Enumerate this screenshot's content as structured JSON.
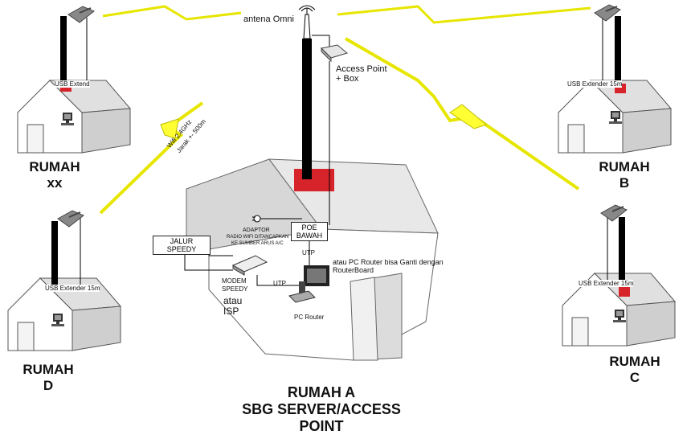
{
  "labels": {
    "omni": "antena Omni",
    "access_point": "Access Point",
    "access_point_box": "+ Box",
    "usb_xx": "USB Extend",
    "usb_b": "USB Extender 15m",
    "usb_d": "USB Extender 15m",
    "usb_c": "USB Extender 15m",
    "wifi": "Wifi 2.4GHz",
    "wifi_range": "Jarak +- 500m",
    "adaptor": "ADAPTOR",
    "adaptor_note_1": "RADIO WIFI DITANCAPKAN",
    "adaptor_note_2": "KE SUMBER ARUS A/C",
    "poe_1": "POE",
    "poe_2": "BAWAH",
    "utp_1": "UTP",
    "utp_2": "UTP",
    "jalur": "JALUR SPEEDY",
    "modem_1": "MODEM",
    "modem_2": "SPEEDY",
    "atau": "atau",
    "isp": "ISP",
    "pc_router": "PC Router",
    "router_note_1": "atau PC Router bisa Ganti dengan",
    "router_note_2": "RouterBoard"
  },
  "houses": {
    "xx_1": "RUMAH",
    "xx_2": "xx",
    "b_1": "RUMAH",
    "b_2": "B",
    "c_1": "RUMAH",
    "c_2": "C",
    "d_1": "RUMAH",
    "d_2": "D",
    "a_1": "RUMAH A",
    "a_2": "SBG SERVER/ACCESS",
    "a_3": "POINT"
  },
  "colors": {
    "wall": "#ffffff",
    "roof": "#e2e2e2",
    "shade": "#c8c8c8",
    "outline": "#555555",
    "mast": "#000000",
    "mast_top": "#d6242a",
    "lightning": "#ffff33"
  }
}
